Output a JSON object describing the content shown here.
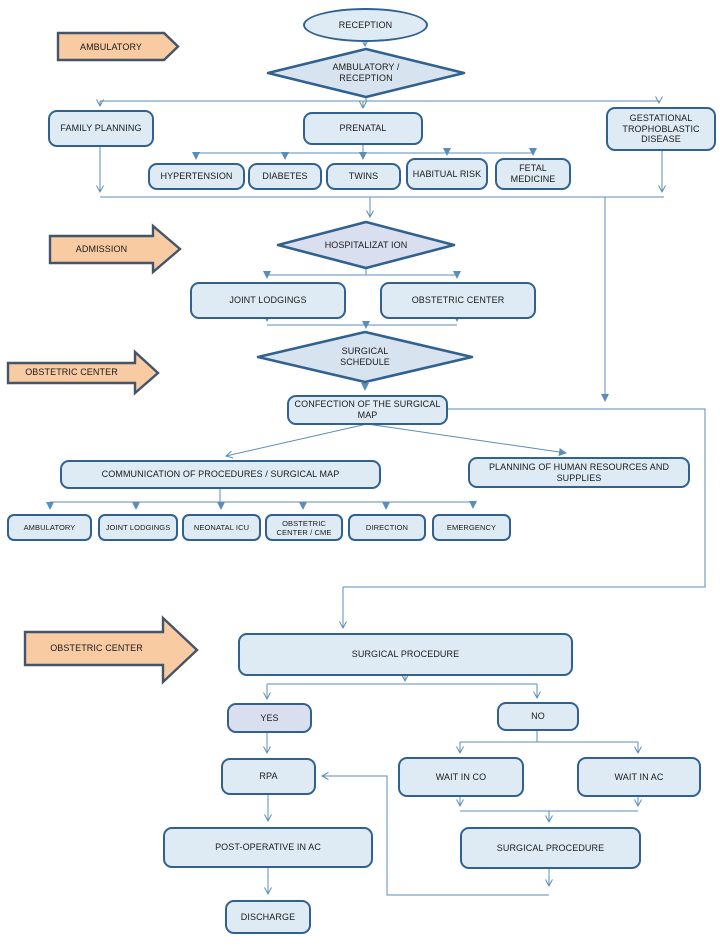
{
  "colors": {
    "box_fill": "#deebf5",
    "box_border": "#31618f",
    "diamond_fill": "#d7e4f0",
    "lavender_fill": "#dadff0",
    "banner_fill": "#f9cba3",
    "banner_border": "#44546a",
    "connector": "#5b8db8",
    "text": "#1a1a1a",
    "bg": "#ffffff"
  },
  "banners": {
    "ambulatory": "AMBULATORY",
    "admission": "ADMISSION",
    "obstetric_center_1": "OBSTETRIC CENTER",
    "obstetric_center_2": "OBSTETRIC CENTER"
  },
  "nodes": {
    "reception": "RECEPTION",
    "ambulatory_reception": "AMBULATORY / RECEPTION",
    "family_planning": "FAMILY PLANNING",
    "prenatal": "PRENATAL",
    "gestational": "GESTATIONAL TROPHOBLASTIC DISEASE",
    "hypertension": "HYPERTENSION",
    "diabetes": "DIABETES",
    "twins": "TWINS",
    "habitual_risk": "HABITUAL RISK",
    "fetal_medicine": "FETAL MEDICINE",
    "hospitalization": "HOSPITALIZAT ION",
    "joint_lodgings": "JOINT LODGINGS",
    "obstetric_center": "OBSTETRIC CENTER",
    "surgical_schedule": "SURGICAL SCHEDULE",
    "confection": "CONFECTION OF THE SURGICAL MAP",
    "communication": "COMMUNICATION OF PROCEDURES / SURGICAL MAP",
    "planning": "PLANNING OF HUMAN RESOURCES AND SUPPLIES",
    "ambulatory_2": "AMBULATORY",
    "joint_lodgings_2": "JOINT LODGINGS",
    "neonatal_icu": "NEONATAL ICU",
    "obstetric_center_cme": "OBSTETRIC CENTER / CME",
    "direction": "DIRECTION",
    "emergency": "EMERGENCY",
    "surgical_procedure_1": "SURGICAL PROCEDURE",
    "yes": "YES",
    "no": "NO",
    "rpa": "RPA",
    "wait_in_co": "WAIT IN CO",
    "wait_in_ac": "WAIT IN AC",
    "post_operative": "POST-OPERATIVE IN AC",
    "surgical_procedure_2": "SURGICAL PROCEDURE",
    "discharge": "DISCHARGE"
  }
}
